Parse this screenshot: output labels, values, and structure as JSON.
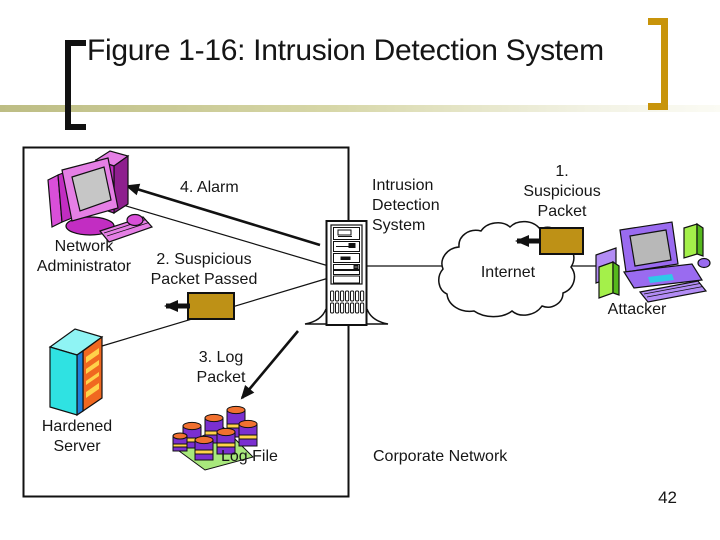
{
  "slide": {
    "title": "Figure 1-16: Intrusion Detection System",
    "page_number": "42"
  },
  "diagram": {
    "region_label": "Corporate Network",
    "nodes": {
      "network_administrator": {
        "label": "Network Administrator",
        "lines": [
          "Network",
          "Administrator"
        ],
        "icon": "desktop-computer-icon",
        "color": "#C22DC2"
      },
      "intrusion_detection_system": {
        "label": "Intrusion Detection System",
        "lines": [
          "Intrusion",
          "Detection",
          "System"
        ],
        "icon": "server-tower-icon",
        "color": "#FFFFFF"
      },
      "internet": {
        "label": "Internet",
        "icon": "cloud-icon",
        "color": "#FFFFFF"
      },
      "attacker": {
        "label": "Attacker",
        "icon": "desktop-computer-icon",
        "color": "#9A6BF0"
      },
      "hardened_server": {
        "label": "Hardened Server",
        "lines": [
          "Hardened",
          "Server"
        ],
        "icon": "server-tower-icon",
        "color": "#2FE2E2"
      },
      "log_file": {
        "label": "Log File",
        "icon": "database-cylinders-icon",
        "color": "#7A2FD0"
      }
    },
    "steps": [
      {
        "id": 1,
        "label": "1. Suspicious Packet",
        "lines": [
          "1.",
          "Suspicious",
          "Packet"
        ]
      },
      {
        "id": 2,
        "label": "2. Suspicious Packet Passed",
        "lines": [
          "2. Suspicious",
          "Packet Passed"
        ]
      },
      {
        "id": 3,
        "label": "3. Log Packet",
        "lines": [
          "3. Log",
          "Packet"
        ]
      },
      {
        "id": 4,
        "label": "4. Alarm",
        "lines": [
          "4. Alarm"
        ]
      }
    ],
    "colors": {
      "packet": "#BE9116",
      "title_bracket_gold": "#C8940A",
      "divider_olive": "#BDBD84",
      "admin_magenta": "#C22DC2",
      "attacker_purple": "#9A6BF0",
      "speaker_green": "#A4F04A",
      "hardened_cyan": "#2FE2E2",
      "hardened_orange": "#F06820",
      "log_base_green": "#A8E87C",
      "db_purple": "#7A2FD0",
      "db_top_orange": "#F07030",
      "db_band_yellow": "#FFD24A"
    }
  }
}
